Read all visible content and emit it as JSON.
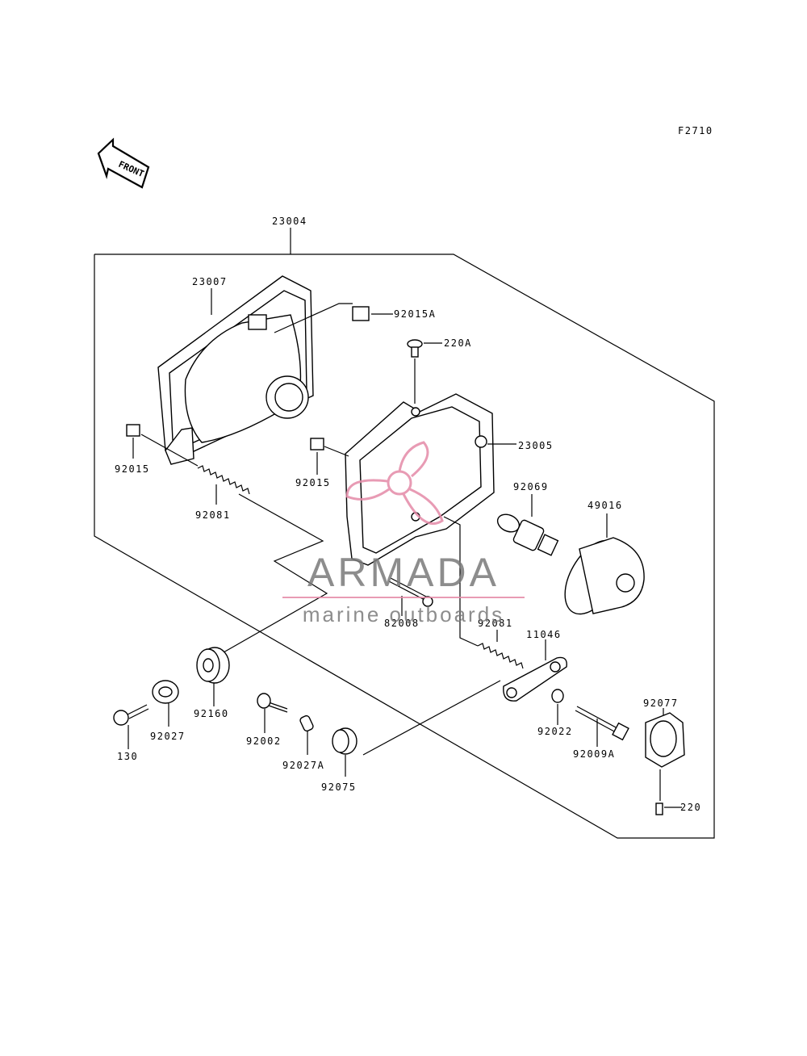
{
  "figure_code": "F2710",
  "front_arrow_label": "FRONT",
  "parts": {
    "p23004": "23004",
    "p23007": "23007",
    "p92015A": "92015A",
    "p220A": "220A",
    "p23005": "23005",
    "p92015_left": "92015",
    "p92015_mid": "92015",
    "p92081_left": "92081",
    "p92069": "92069",
    "p49016": "49016",
    "p82008": "82008",
    "p92081_right": "92081",
    "p11046": "11046",
    "p92077": "92077",
    "p92022": "92022",
    "p92009A": "92009A",
    "p220": "220",
    "p130": "130",
    "p92027": "92027",
    "p92160": "92160",
    "p92002": "92002",
    "p92027A": "92027A",
    "p92075": "92075"
  },
  "watermark": {
    "title": "ARMADA",
    "subtitle": "marine outboards",
    "color_text": "#7a7a7a",
    "color_accent": "#e48aa8"
  }
}
